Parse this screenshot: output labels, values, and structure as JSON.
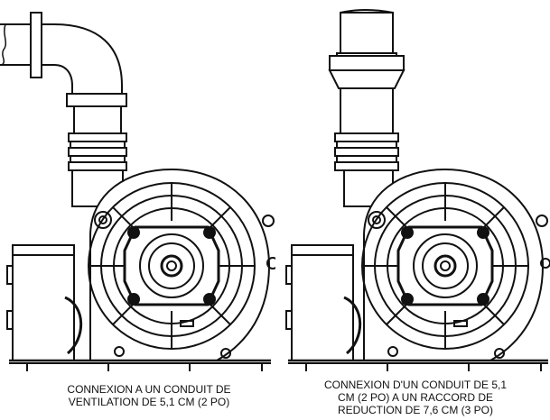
{
  "figures": [
    {
      "id": "left",
      "caption_lines": [
        "CONNEXION A UN CONDUIT DE",
        "VENTILATION DE 5,1 CM (2 PO)"
      ],
      "pipe": "elbow-90"
    },
    {
      "id": "right",
      "caption_lines": [
        "CONNEXION D'UN CONDUIT DE 5,1",
        "CM (2 PO) A UN RACCORD DE",
        "REDUCTION DE 7,6 CM (3 PO)"
      ],
      "pipe": "reducer-coupling"
    }
  ],
  "colors": {
    "line": "#111111",
    "background": "#ffffff"
  }
}
